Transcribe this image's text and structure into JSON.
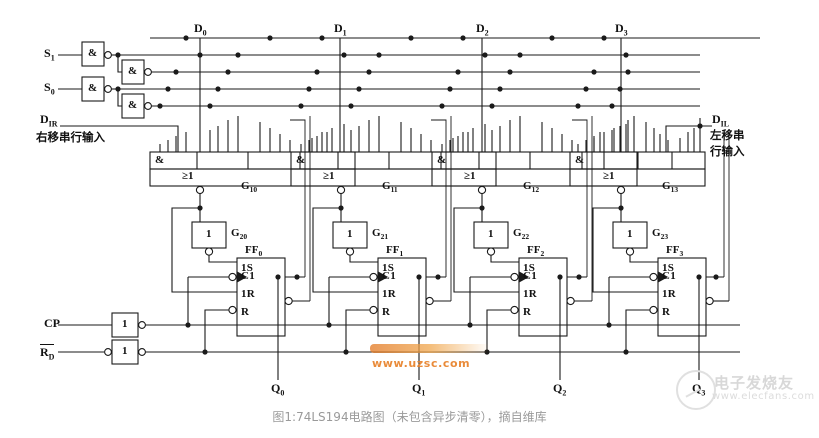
{
  "figure": {
    "caption": "图1:74LS194电路图（未包含异步清零），摘自维库",
    "watermark_orange": "www.uzsc.com",
    "watermark_brand": "电子发烧友",
    "watermark_site": "www.elecfans.com"
  },
  "inputs": {
    "s1": "S1",
    "s0": "S0",
    "dir_label": "DIR",
    "dir_text": "右移串行输入",
    "dil_label": "DIL",
    "dil_text_line1": "左移串",
    "dil_text_line2": "行输入",
    "cp": "CP",
    "rd": "RD",
    "data": [
      "D0",
      "D1",
      "D2",
      "D3"
    ]
  },
  "outputs": {
    "q": [
      "Q0",
      "Q1",
      "Q2",
      "Q3"
    ]
  },
  "gates": {
    "and_symbol": "&",
    "or_symbol": "≥1",
    "inv_symbol": "1",
    "aoi_names": [
      "G10",
      "G11",
      "G12",
      "G13"
    ],
    "inv_names": [
      "G20",
      "G21",
      "G22",
      "G23"
    ]
  },
  "flipflops": {
    "names": [
      "FF0",
      "FF1",
      "FF2",
      "FF3"
    ],
    "pins": [
      "1S",
      "C1",
      "1R",
      "R"
    ]
  },
  "colors": {
    "wire": "#1a1a1a",
    "background": "#ffffff",
    "caption": "#9a9a9a",
    "watermark_orange": "#e8822a"
  }
}
